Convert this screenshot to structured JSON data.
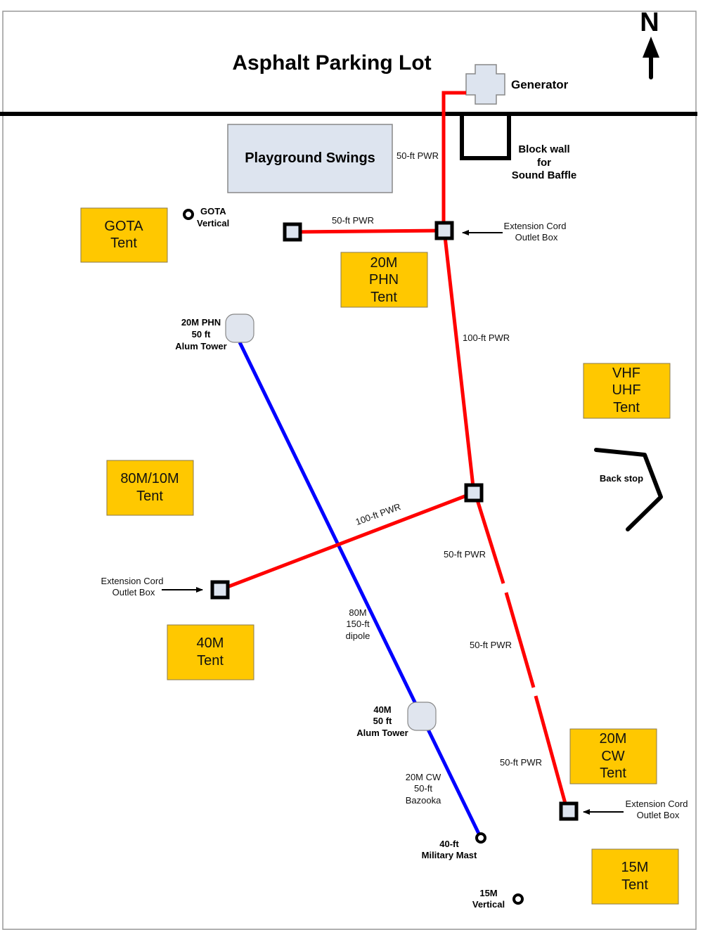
{
  "title": "Asphalt Parking Lot",
  "north_label": "N",
  "generator": "Generator",
  "block_wall": [
    "Block wall",
    "for",
    "Sound Baffle"
  ],
  "playground": "Playground Swings",
  "back_stop": "Back stop",
  "tents": {
    "gota": [
      "GOTA",
      "Tent"
    ],
    "phn20": [
      "20M",
      "PHN",
      "Tent"
    ],
    "vhf": [
      "VHF",
      "UHF",
      "Tent"
    ],
    "m80_10": [
      "80M/10M",
      "Tent"
    ],
    "m40": [
      "40M",
      "Tent"
    ],
    "cw20": [
      "20M",
      "CW",
      "Tent"
    ],
    "m15": [
      "15M",
      "Tent"
    ]
  },
  "antennas": {
    "gota_vertical": [
      "GOTA",
      "Vertical"
    ],
    "phn_tower": [
      "20M PHN",
      "50 ft",
      "Alum Tower"
    ],
    "dipole": [
      "80M",
      "150-ft",
      "dipole"
    ],
    "tower40": [
      "40M",
      "50 ft",
      "Alum Tower"
    ],
    "bazooka": [
      "20M CW",
      "50-ft",
      "Bazooka"
    ],
    "mast": [
      "40-ft",
      "Military Mast"
    ],
    "vertical15": [
      "15M",
      "Vertical"
    ]
  },
  "outlet_box_label": [
    "Extension Cord",
    "Outlet Box"
  ],
  "cables": {
    "gen_run": "50-ft PWR",
    "west_run": "50-ft PWR",
    "south_run": "100-ft PWR",
    "diag_run": "100-ft PWR",
    "seg1": "50-ft PWR",
    "seg2": "50-ft PWR",
    "seg3": "50-ft PWR"
  },
  "colors": {
    "power": "#ff0000",
    "antenna": "#0000ff",
    "tent": "#ffc800"
  }
}
